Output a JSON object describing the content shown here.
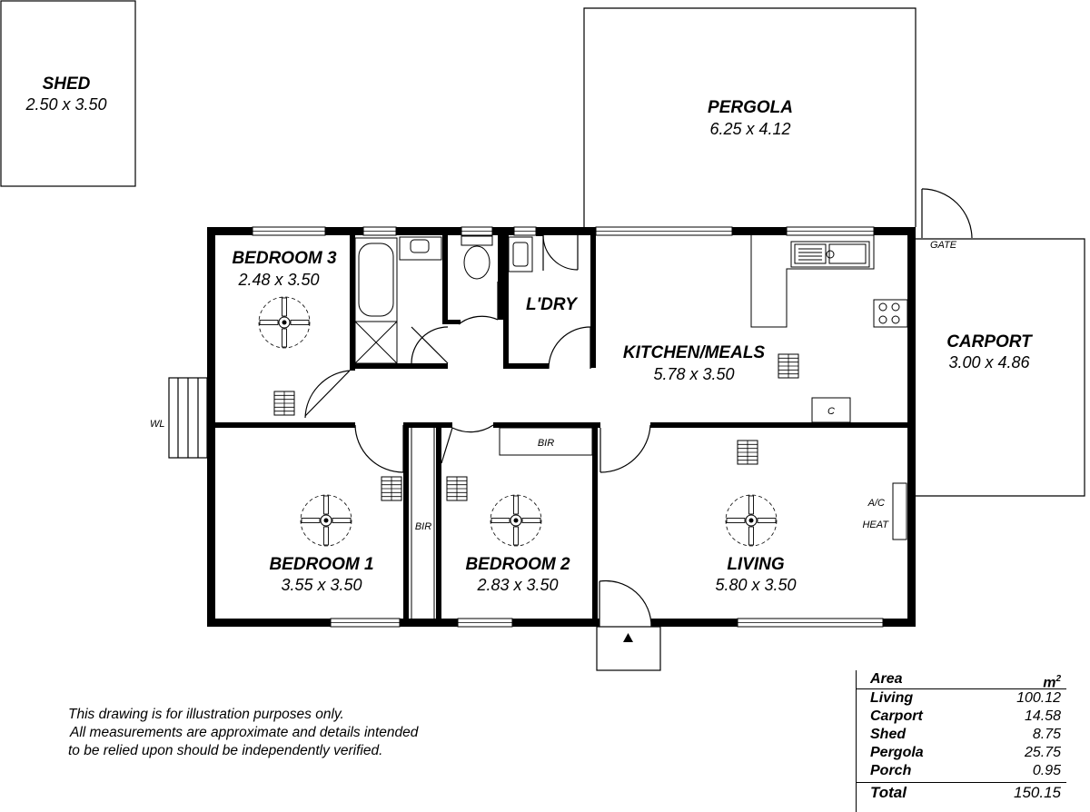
{
  "rooms": {
    "shed": {
      "name": "SHED",
      "dims": "2.50 x 3.50"
    },
    "pergola": {
      "name": "PERGOLA",
      "dims": "6.25 x 4.12"
    },
    "carport": {
      "name": "CARPORT",
      "dims": "3.00 x 4.86"
    },
    "bedroom3": {
      "name": "BEDROOM 3",
      "dims": "2.48 x 3.50"
    },
    "laundry": {
      "name": "L'DRY"
    },
    "kitchen": {
      "name": "KITCHEN/MEALS",
      "dims": "5.78 x 3.50"
    },
    "bedroom1": {
      "name": "BEDROOM 1",
      "dims": "3.55 x 3.50"
    },
    "bedroom2": {
      "name": "BEDROOM 2",
      "dims": "2.83 x 3.50"
    },
    "living": {
      "name": "LIVING",
      "dims": "5.80 x 3.50"
    }
  },
  "labels": {
    "gate": "GATE",
    "wl": "WL",
    "bir_bed2": "BIR",
    "bir_bed1": "BIR",
    "cupboard": "C",
    "ac": "A/C",
    "heat": "HEAT"
  },
  "disclaimer": [
    "This drawing is for illustration purposes only.",
    "All measurements are approximate and details intended",
    "to be relied upon should be independently verified."
  ],
  "area_table": {
    "header": {
      "label": "Area",
      "unit": "m",
      "unit_sup": "2"
    },
    "rows": [
      {
        "label": "Living",
        "value": "100.12"
      },
      {
        "label": "Carport",
        "value": "14.58"
      },
      {
        "label": "Shed",
        "value": "8.75"
      },
      {
        "label": "Pergola",
        "value": "25.75"
      },
      {
        "label": "Porch",
        "value": "0.95"
      }
    ],
    "total": {
      "label": "Total",
      "value": "150.15"
    }
  }
}
